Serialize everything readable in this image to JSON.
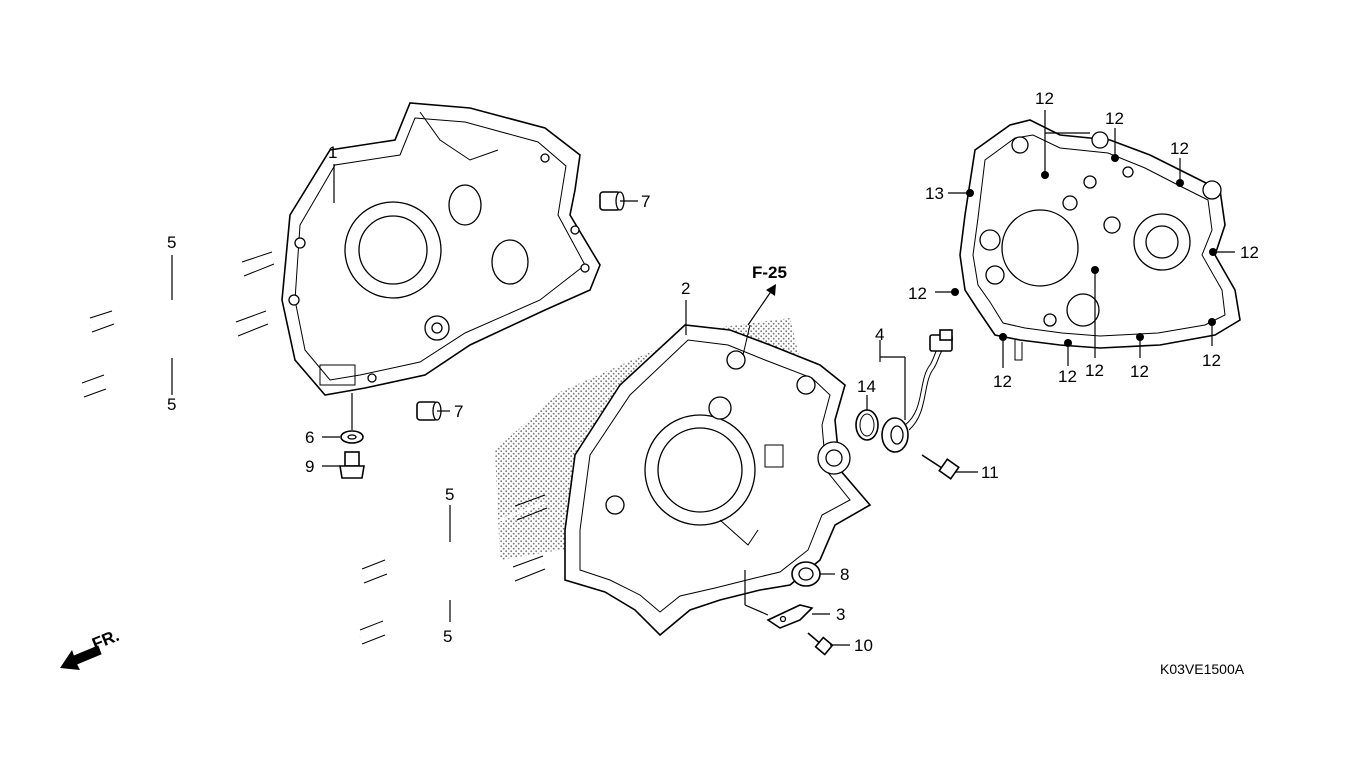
{
  "callouts": {
    "c1": "1",
    "c2": "2",
    "c3": "3",
    "c4": "4",
    "c5a": "5",
    "c5b": "5",
    "c5c": "5",
    "c5d": "5",
    "c6": "6",
    "c7a": "7",
    "c7b": "7",
    "c8": "8",
    "c9": "9",
    "c10": "10",
    "c11": "11",
    "c12a": "12",
    "c12b": "12",
    "c12c": "12",
    "c12d": "12",
    "c12e": "12",
    "c12f": "12",
    "c12g": "12",
    "c12h": "12",
    "c12i": "12",
    "c12j": "12",
    "c13": "13",
    "c14": "14"
  },
  "reference": "F-25",
  "front_marker": "FR.",
  "diagram_code": "K03VE1500A",
  "colors": {
    "ink": "#000000",
    "paper": "#ffffff",
    "shade": "#9a9a9a"
  },
  "icons": {
    "front_arrow": "front-direction-arrow-icon",
    "ref_arrow": "reference-arrow-icon"
  }
}
